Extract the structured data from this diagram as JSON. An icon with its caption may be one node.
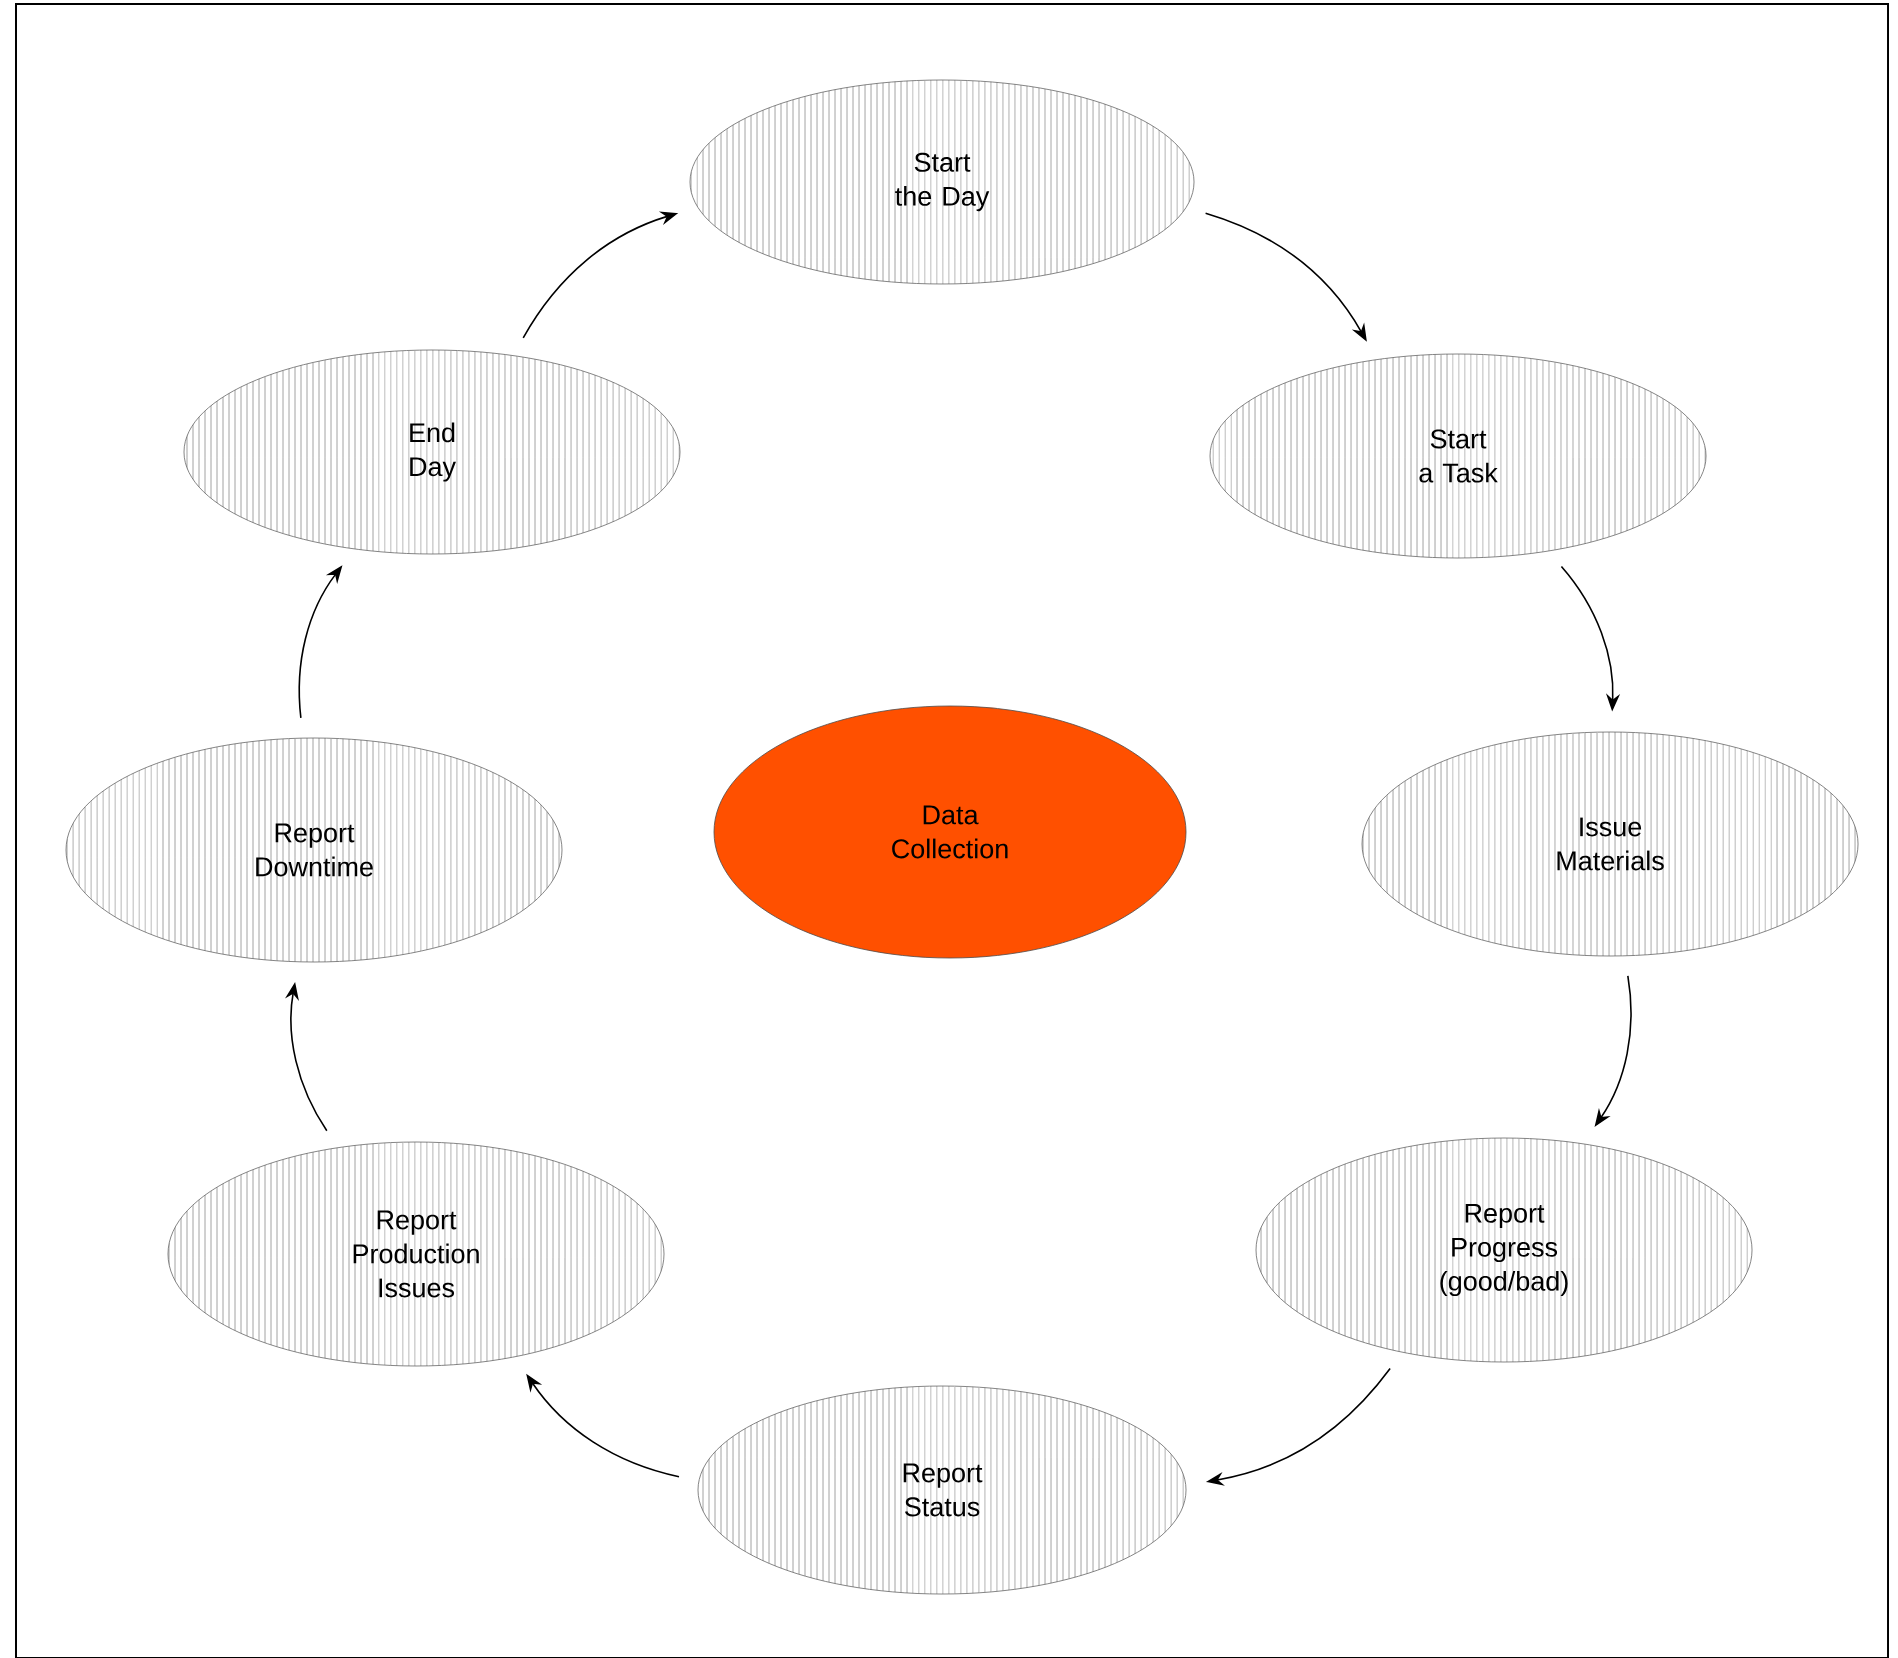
{
  "diagram": {
    "nodes": [
      {
        "text": [
          "Start the Day"
        ]
      },
      {
        "text": [
          "Start a Task"
        ]
      },
      {
        "text": [
          "Issue Materials"
        ]
      },
      {
        "text": [
          "Report Progress (good/bad)"
        ]
      },
      {
        "text": [
          "Report Status"
        ]
      },
      {
        "text": [
          "Report Production Issues"
        ]
      },
      {
        "text": [
          "Report Downtime"
        ]
      },
      {
        "text": [
          "End Day"
        ]
      },
      {
        "text": [
          "Data Collection"
        ]
      }
    ],
    "edges": [
      {
        "from": 0,
        "to": 1,
        "arrow": "to"
      },
      {
        "from": 1,
        "to": 2,
        "arrow": "to"
      },
      {
        "from": 2,
        "to": 3,
        "arrow": "to"
      },
      {
        "from": 3,
        "to": 4,
        "arrow": "to"
      },
      {
        "from": 4,
        "to": 5,
        "arrow": "to"
      },
      {
        "from": 5,
        "to": 6,
        "arrow": "to"
      },
      {
        "from": 6,
        "to": 7,
        "arrow": "to"
      },
      {
        "from": 7,
        "to": 0,
        "arrow": "to"
      }
    ]
  }
}
